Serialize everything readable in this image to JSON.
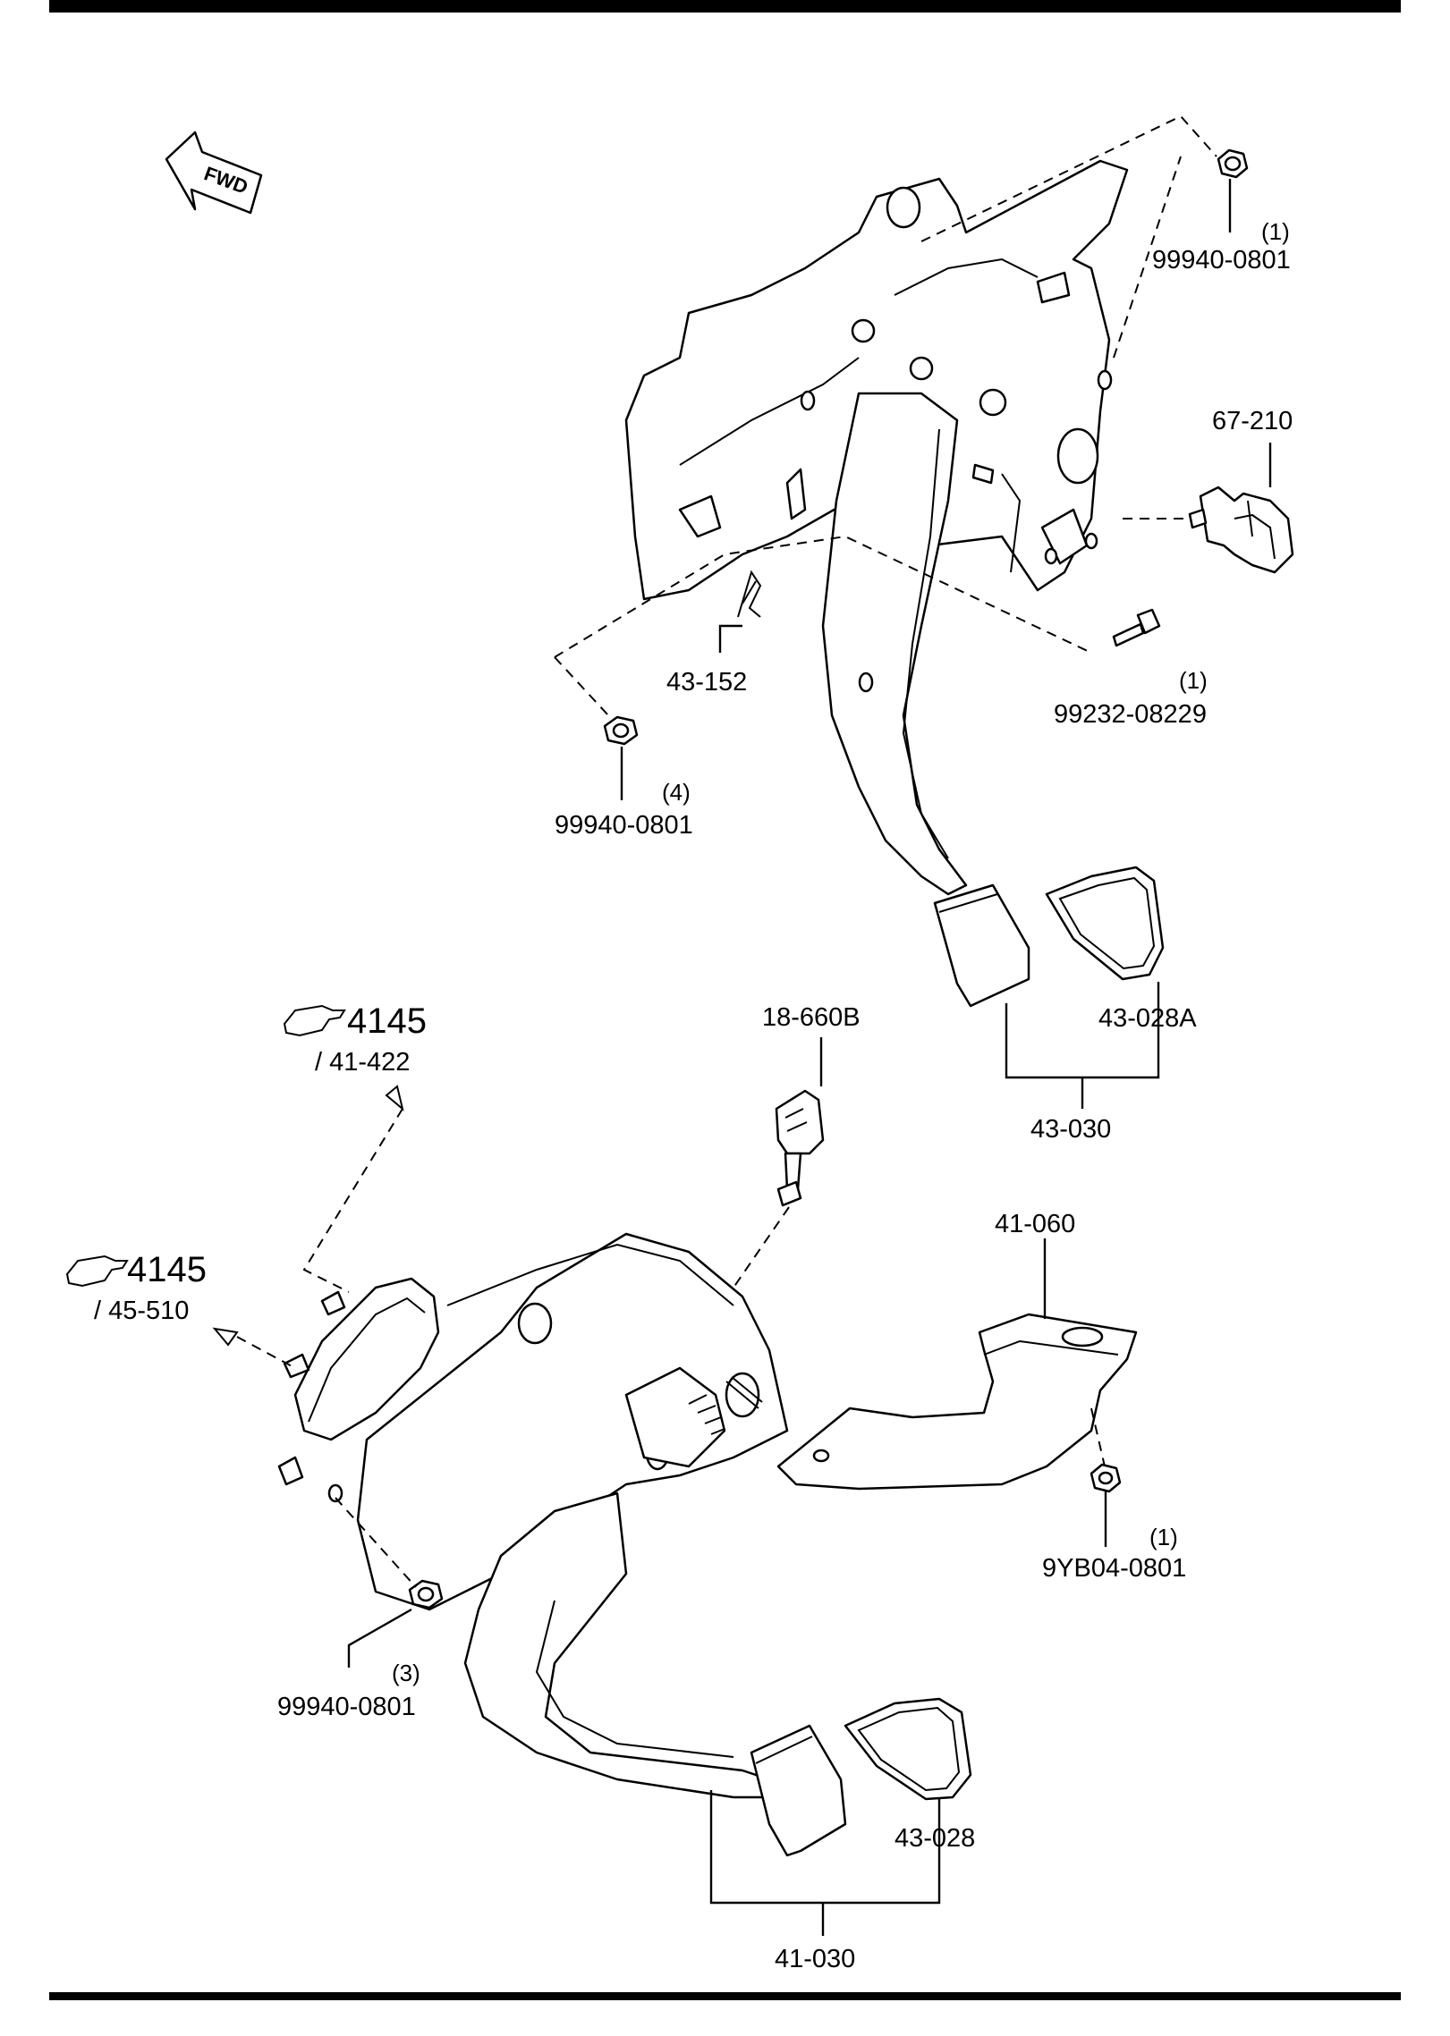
{
  "badge": {
    "fwd": "FWD"
  },
  "callouts": {
    "upper_nut": {
      "qty": "(1)",
      "part": "99940-0801"
    },
    "switch_top": {
      "part": "67-210"
    },
    "spring_clip": {
      "part": "43-152"
    },
    "upper_bolt": {
      "qty": "(1)",
      "part": "99232-08229"
    },
    "left_nut": {
      "qty": "(4)",
      "part": "99940-0801"
    },
    "pad_a": {
      "part": "43-028A"
    },
    "pedal_assy_upper": {
      "part": "43-030"
    },
    "stop_switch": {
      "part": "18-660B"
    },
    "ref_top": {
      "number": "4145",
      "sub": "/ 41-422"
    },
    "ref_left": {
      "number": "4145",
      "sub": "/ 45-510"
    },
    "bracket": {
      "part": "41-060"
    },
    "bracket_nut": {
      "qty": "(1)",
      "part": "9YB04-0801"
    },
    "lower_nut": {
      "qty": "(3)",
      "part": "99940-0801"
    },
    "pad_b": {
      "part": "43-028"
    },
    "pedal_assy_lower": {
      "part": "41-030"
    }
  },
  "icons": [
    "fwd-arrow-icon",
    "reference-hand-icon"
  ]
}
